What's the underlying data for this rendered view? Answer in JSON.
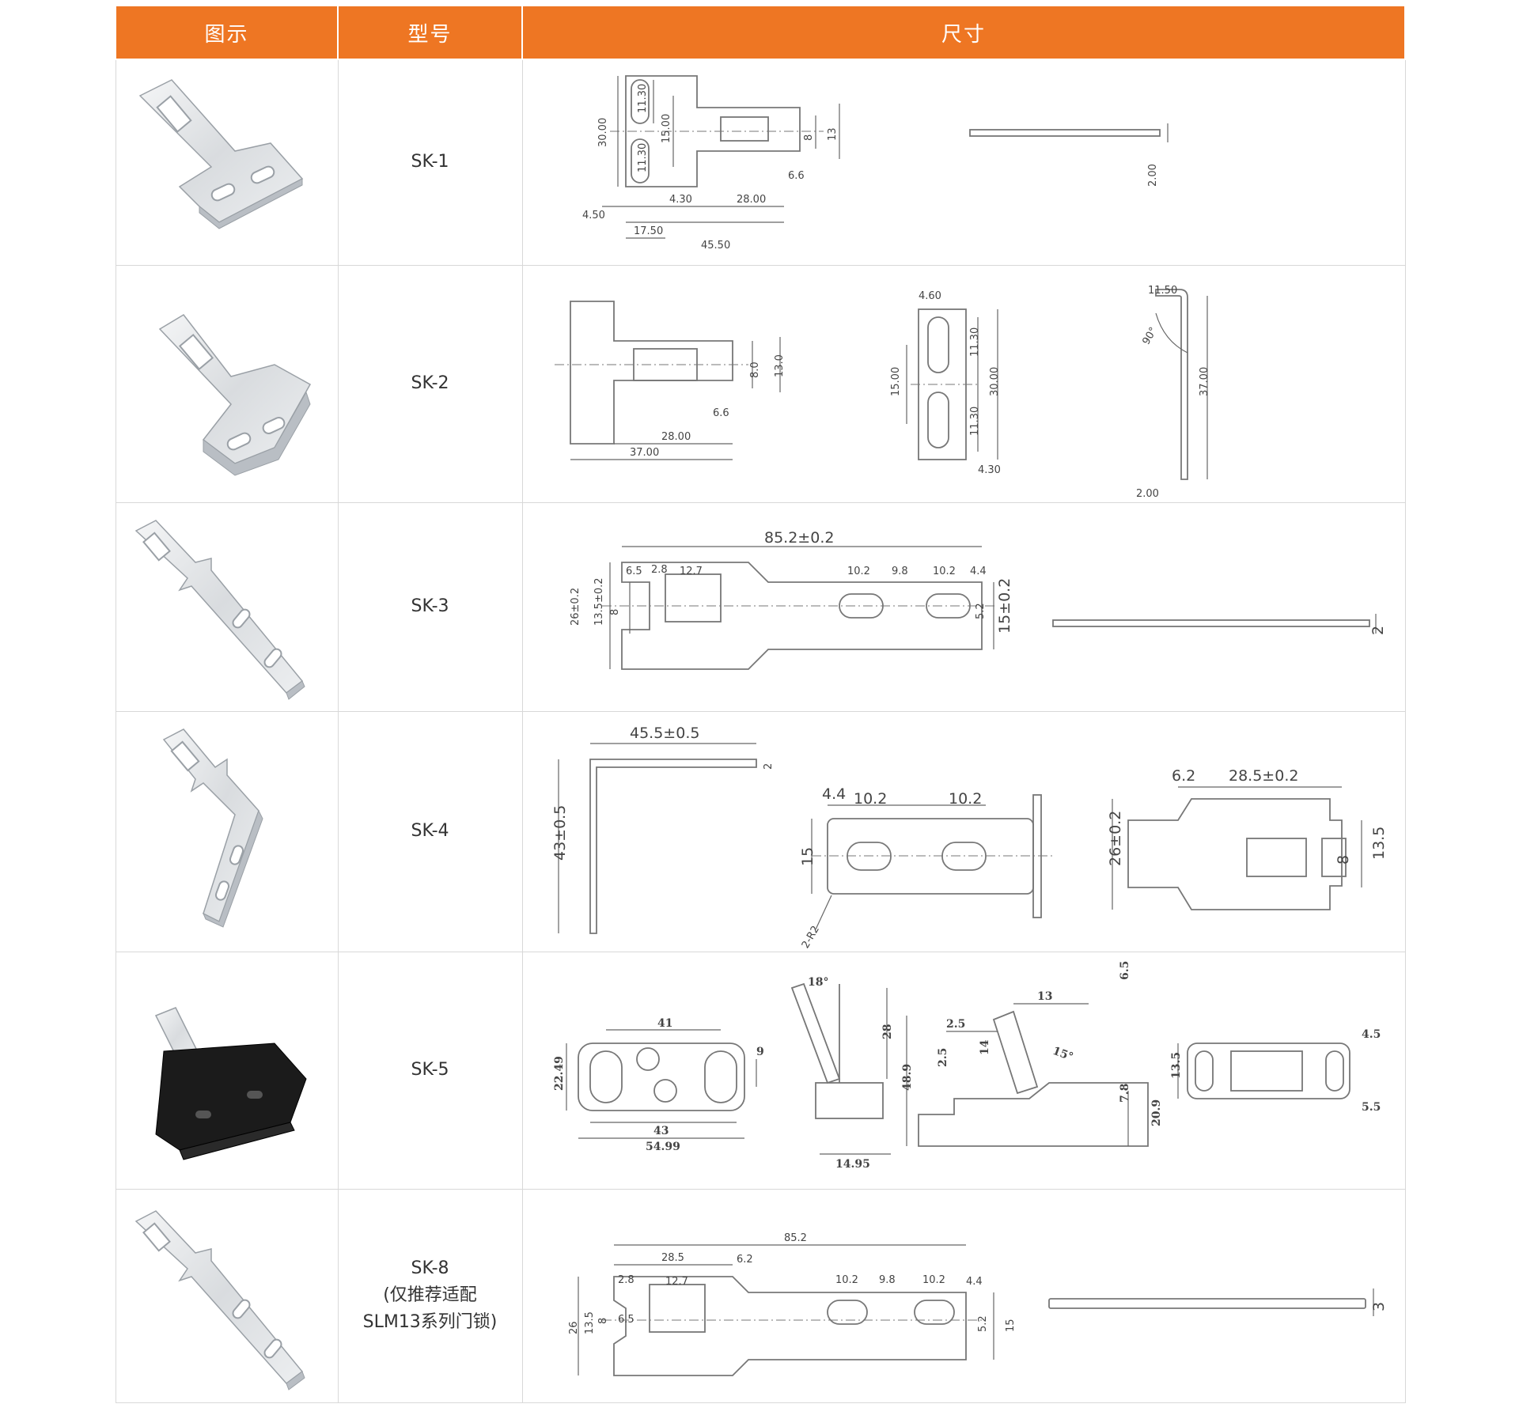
{
  "theme": {
    "accent": "#ee7623",
    "header_text": "#ffffff",
    "border": "#d8d8d8"
  },
  "header": {
    "col_image": "图示",
    "col_model": "型号",
    "col_dim": "尺寸"
  },
  "rows": [
    {
      "model": "SK-1",
      "model_lines": [],
      "dims": [
        "30.00",
        "11.30",
        "11.30",
        "15.00",
        "8",
        "13",
        "6.6",
        "4.50",
        "4.30",
        "28.00",
        "17.50",
        "45.50",
        "2.00"
      ]
    },
    {
      "model": "SK-2",
      "model_lines": [],
      "dims": [
        "8.0",
        "13.0",
        "6.6",
        "28.00",
        "37.00",
        "4.60",
        "15.00",
        "11.30",
        "30.00",
        "11.30",
        "4.30",
        "11.50",
        "90°",
        "37.00",
        "2.00"
      ]
    },
    {
      "model": "SK-3",
      "model_lines": [],
      "dims": [
        "85.2±0.2",
        "6.5",
        "2.8",
        "12.7",
        "10.2",
        "9.8",
        "10.2",
        "4.4",
        "26±0.2",
        "13.5±0.2",
        "8",
        "5.2",
        "15±0.2",
        "2"
      ]
    },
    {
      "model": "SK-4",
      "model_lines": [],
      "dims": [
        "45.5±0.5",
        "2",
        "43±0.5",
        "4.4",
        "10.2",
        "10.2",
        "15",
        "2-R2",
        "6.2",
        "28.5±0.2",
        "26±0.2",
        "8",
        "13.5"
      ]
    },
    {
      "model": "SK-5",
      "model_lines": [],
      "dims": [
        "41",
        "9",
        "22.49",
        "43",
        "54.99",
        "18°",
        "28",
        "14.95",
        "13",
        "6.5",
        "2.5",
        "2.5",
        "14",
        "15°",
        "48.9",
        "7.8",
        "20.9",
        "4.5",
        "13.5",
        "5.5"
      ]
    },
    {
      "model": "SK-8",
      "model_lines": [
        "(仅推荐适配",
        "SLM13系列门锁)"
      ],
      "dims": [
        "85.2",
        "28.5",
        "6.2",
        "2.8",
        "12.7",
        "10.2",
        "9.8",
        "10.2",
        "4.4",
        "26",
        "13.5",
        "8",
        "6.5",
        "5.2",
        "15",
        "3"
      ]
    }
  ],
  "icons": [
    "safety-key-photo",
    "technical-drawing"
  ]
}
